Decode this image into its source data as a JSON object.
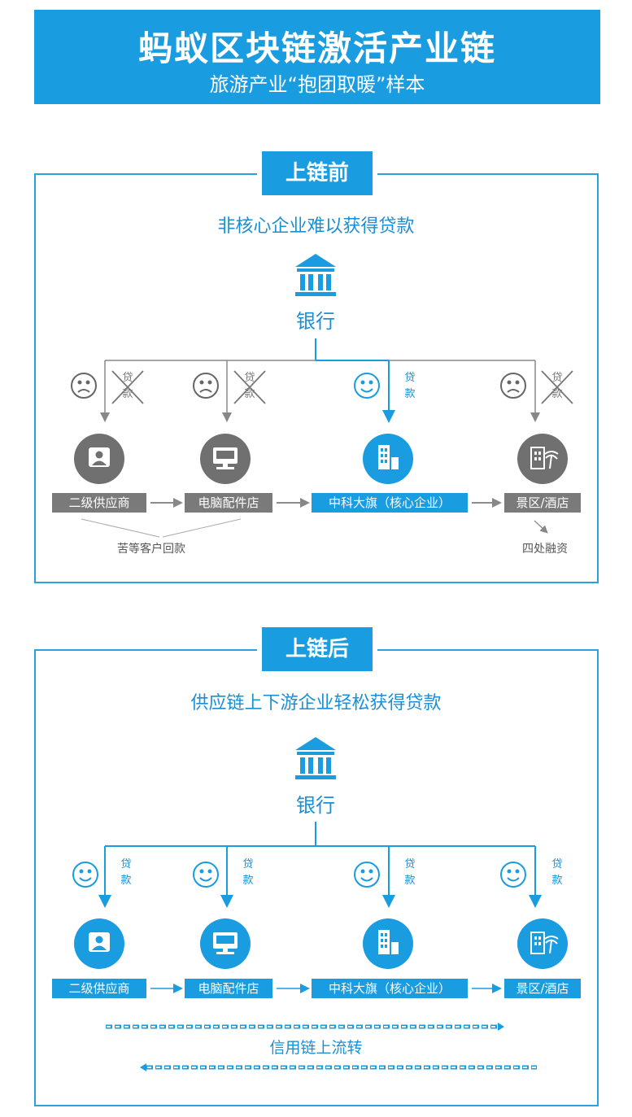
{
  "header": {
    "title": "蚂蚁区块链激活产业链",
    "subtitle": "旅游产业“抱团取暖”样本"
  },
  "before": {
    "tag": "上链前",
    "subtitle": "非核心企业难以获得贷款",
    "bank": "银行",
    "loan_top": "贷",
    "loan_bottom": "款",
    "nodes": [
      "二级供应商",
      "电脑配件店",
      "中科大旗（核心企业）",
      "景区/酒店"
    ],
    "note_left": "苦等客户回款",
    "note_right": "四处融资"
  },
  "after": {
    "tag": "上链后",
    "subtitle": "供应链上下游企业轻松获得贷款",
    "bank": "银行",
    "loan_top": "贷",
    "loan_bottom": "款",
    "nodes": [
      "二级供应商",
      "电脑配件店",
      "中科大旗（核心企业）",
      "景区/酒店"
    ],
    "credit": "信用链上流转"
  },
  "colors": {
    "brand_blue": "#1a9ce0",
    "gray": "#7a7a7a"
  },
  "icons": [
    "bank-icon",
    "sad-face-icon",
    "smile-face-icon",
    "person-icon",
    "computer-icon",
    "building-icon",
    "resort-icon",
    "chain-arrow-icon"
  ]
}
